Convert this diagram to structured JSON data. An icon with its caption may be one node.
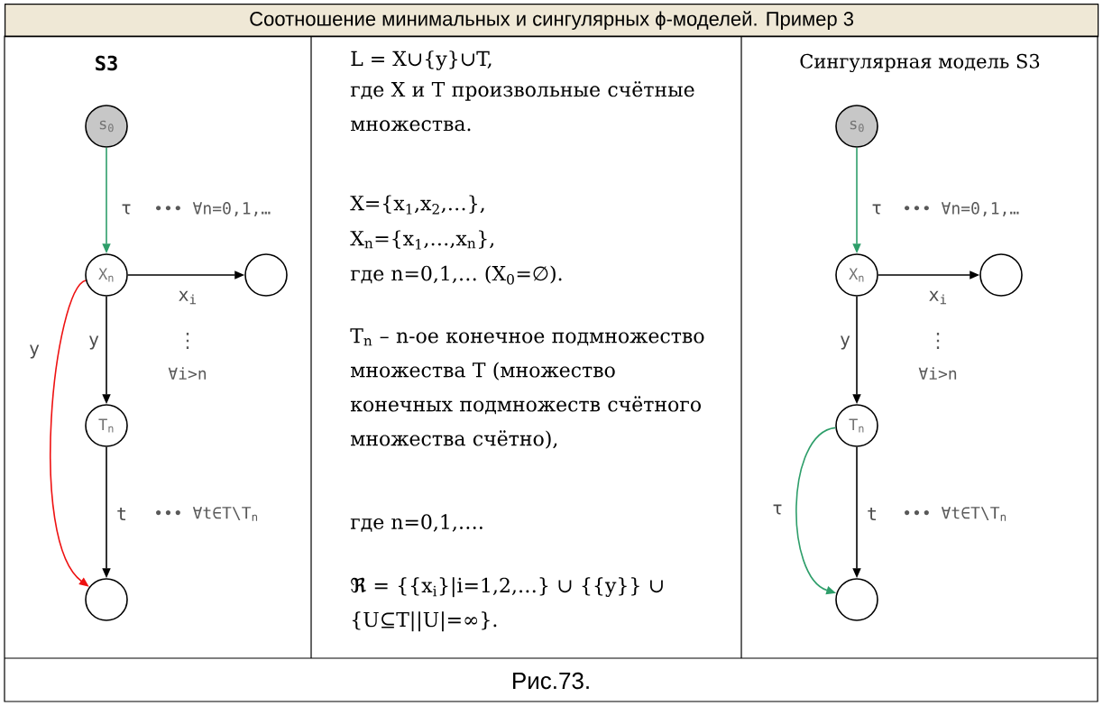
{
  "diagram": {
    "title": "Соотношение минимальных и сингулярных ϕ-моделей. Пример 3",
    "caption": "Рис.73.",
    "nodes": [
      {
        "text": [
          "s$_{0}$"
        ]
      },
      {
        "text": [
          "X$_{n}$"
        ]
      },
      {
        "text": [],
        "shape": "circle"
      },
      {
        "text": [
          "T$_{n}$"
        ]
      },
      {
        "text": [],
        "shape": "circle"
      },
      {
        "text": [
          "s$_{0}$"
        ]
      },
      {
        "text": [
          "X$_{n}$"
        ]
      },
      {
        "text": [],
        "shape": "circle"
      },
      {
        "text": [
          "T$_{n}$"
        ]
      },
      {
        "text": [],
        "shape": "circle"
      }
    ],
    "edges": [
      {
        "from": 0,
        "to": 1,
        "arrow": "to",
        "label": "τ",
        "color": "#2e9e6a"
      },
      {
        "from": 1,
        "to": 2,
        "arrow": "to",
        "label": "x$_{i}$"
      },
      {
        "from": 1,
        "to": 3,
        "arrow": "to",
        "label": "y"
      },
      {
        "from": 1,
        "to": 4,
        "arrow": "to",
        "label": "y",
        "color": "#ee1111"
      },
      {
        "from": 3,
        "to": 4,
        "arrow": "to",
        "label": "t"
      },
      {
        "from": 5,
        "to": 6,
        "arrow": "to",
        "label": "τ",
        "color": "#2e9e6a"
      },
      {
        "from": 6,
        "to": 7,
        "arrow": "to",
        "label": "x$_{i}$"
      },
      {
        "from": 6,
        "to": 8,
        "arrow": "to",
        "label": "y"
      },
      {
        "from": 8,
        "to": 9,
        "arrow": "to",
        "label": "t"
      },
      {
        "from": 8,
        "to": 9,
        "arrow": "to",
        "label": "τ",
        "color": "#2e9e6a"
      }
    ],
    "labels": [
      "S3",
      "••• ∀n=0,1,…",
      "⋮",
      "∀i>n",
      "••• ∀t∈T\\T$_{n}$",
      "L = X∪{y}∪T,",
      "где X и T произвольные счётные множества.",
      "X={x$_{1}$,x$_{2}$,…},",
      "X$_{n}$={x$_{1}$,…,x$_{n}$},",
      "где n=0,1,… (X$_{0}$=∅).",
      "T$_{n}$ – n-ое конечное подмножество множества T (множество конечных подмножеств счётного множества счётно),",
      "где n=0,1,….",
      "**ℜ** = {{x$_{i}$}|i=1,2,…} ∪ {{y}} ∪ {U⊆T||U|=∞}.",
      "Сингулярная модель S3",
      "••• ∀n=0,1,…",
      "⋮",
      "∀i>n",
      "••• ∀t∈T\\T$_{n}$"
    ]
  }
}
